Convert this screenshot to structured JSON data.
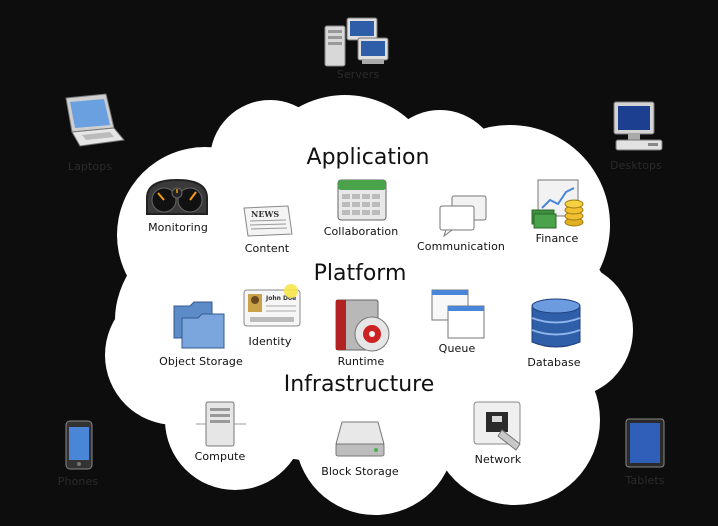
{
  "outer_devices": {
    "servers": "Servers",
    "laptops": "Laptops",
    "desktops": "Desktops",
    "phones": "Phones",
    "tablets": "Tablets"
  },
  "layers": {
    "application": {
      "title": "Application",
      "items": {
        "monitoring": "Monitoring",
        "content": "Content",
        "collaboration": "Collaboration",
        "communication": "Communication",
        "finance": "Finance"
      }
    },
    "platform": {
      "title": "Platform",
      "items": {
        "object_storage": "Object Storage",
        "identity": "Identity",
        "runtime": "Runtime",
        "queue": "Queue",
        "database": "Database"
      }
    },
    "infrastructure": {
      "title": "Infrastructure",
      "items": {
        "compute": "Compute",
        "block_storage": "Block Storage",
        "network": "Network"
      }
    }
  },
  "icon_text": {
    "news": "NEWS",
    "id_name": "John Doe"
  }
}
